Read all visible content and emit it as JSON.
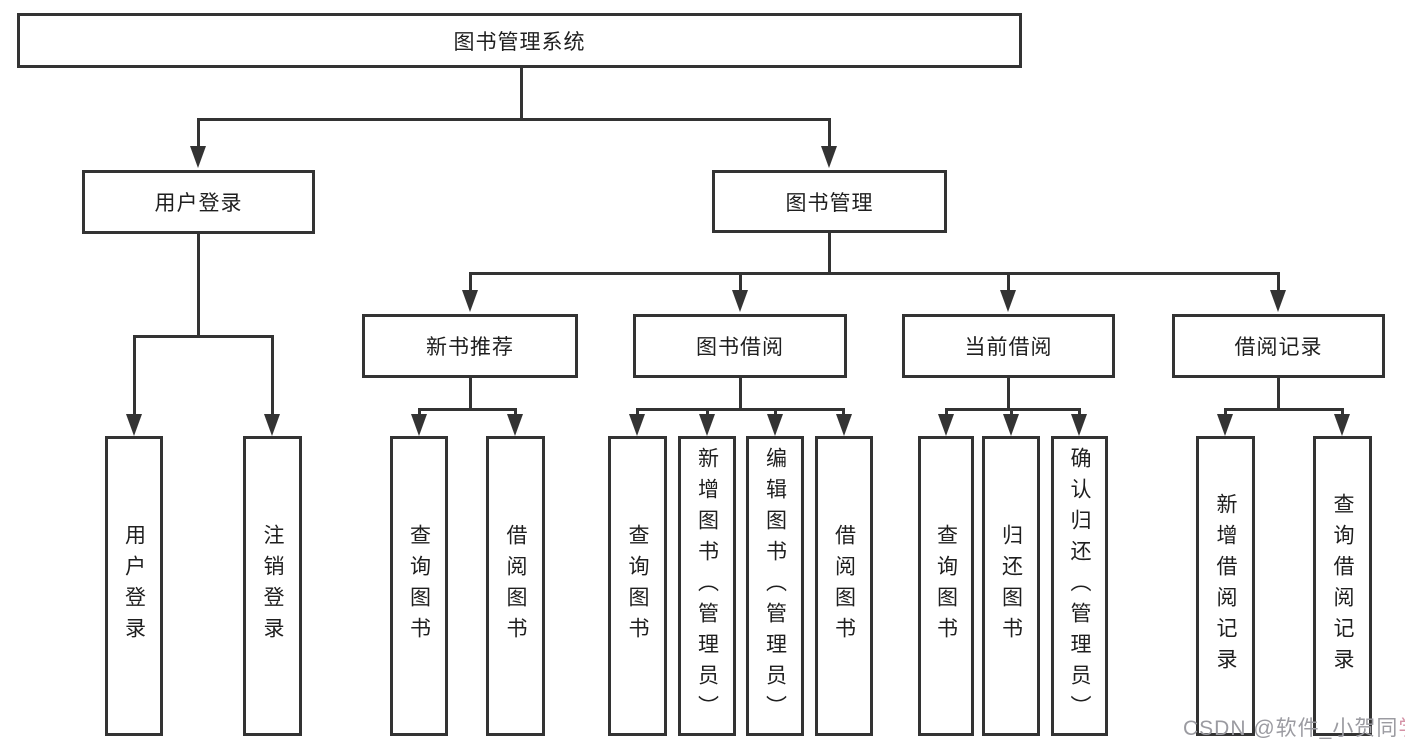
{
  "tree": {
    "root": {
      "label": "图书管理系统"
    },
    "branches": [
      {
        "label": "用户登录",
        "children": [
          {
            "label": "用户登录"
          },
          {
            "label": "注销登录"
          }
        ]
      },
      {
        "label": "图书管理",
        "children": [
          {
            "label": "新书推荐",
            "children": [
              {
                "label": "查询图书"
              },
              {
                "label": "借阅图书"
              }
            ]
          },
          {
            "label": "图书借阅",
            "children": [
              {
                "label": "查询图书"
              },
              {
                "label": "新增图书（管理员）"
              },
              {
                "label": "编辑图书（管理员）"
              },
              {
                "label": "借阅图书"
              }
            ]
          },
          {
            "label": "当前借阅",
            "children": [
              {
                "label": "查询图书"
              },
              {
                "label": "归还图书"
              },
              {
                "label": "确认归还（管理员）"
              }
            ]
          },
          {
            "label": "借阅记录",
            "children": [
              {
                "label": "新增借阅记录"
              },
              {
                "label": "查询借阅记录"
              }
            ]
          }
        ]
      }
    ]
  },
  "watermark": {
    "text_main": "CSDN @软件_小贺同",
    "text_accent": "学"
  },
  "colors": {
    "line": "#333333",
    "text": "#1f1f1f",
    "background": "#ffffff",
    "watermark": "#9b9ba1",
    "watermark_accent": "#d492a6"
  }
}
